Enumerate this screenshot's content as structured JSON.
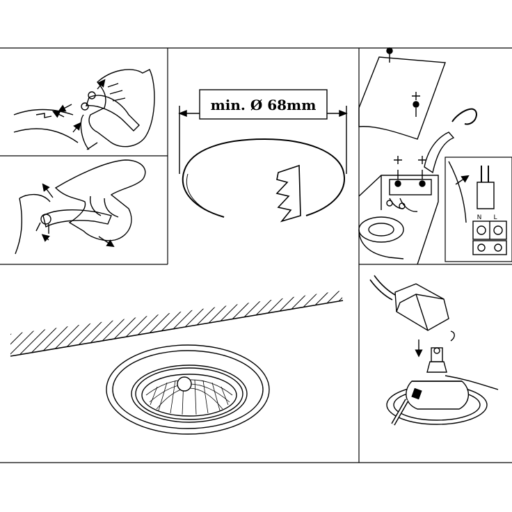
{
  "cutout": {
    "diameter_label": "min. Ø 68mm"
  },
  "terminal_block": {
    "labels": [
      "N",
      "L"
    ]
  },
  "icons": [
    "hand-spring-clip-icon",
    "spring-clip-icon",
    "cutout-ring-icon",
    "ceiling-hatch-icon",
    "downlight-icon",
    "ceiling-panel-icon",
    "screw-icon",
    "cable-icon",
    "terminal-block-icon",
    "lamp-socket-icon",
    "arrow-icon"
  ],
  "colors": {
    "line": "#000000",
    "background": "#ffffff",
    "panel_shade": "#dddddd"
  }
}
